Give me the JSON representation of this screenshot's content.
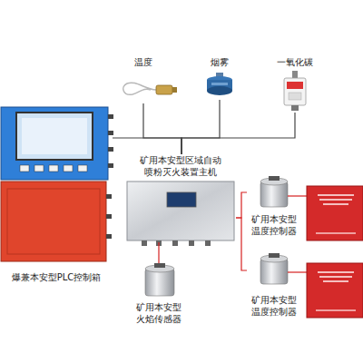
{
  "diagram": {
    "nodes": [
      {
        "text": [
          "温度"
        ]
      },
      {
        "text": [
          "烟雾"
        ]
      },
      {
        "text": [
          "一氧化碳"
        ]
      },
      {
        "text": [
          "爆兼本安型PLC控制箱"
        ]
      },
      {
        "text": [
          "矿用本安型区域自动 喷粉灭火装置主机"
        ]
      },
      {
        "text": [
          "矿用本安型 火焰传感器"
        ]
      },
      {
        "text": [
          "矿用本安型 温度控制器"
        ]
      },
      {
        "text": [
          "矿用本安型 温度控制器"
        ]
      }
    ],
    "edges": [
      {
        "from": 0,
        "to": 4,
        "arrow": "none"
      },
      {
        "from": 1,
        "to": 4,
        "arrow": "none"
      },
      {
        "from": 2,
        "to": 4,
        "arrow": "none"
      },
      {
        "from": 3,
        "to": 4,
        "arrow": "none"
      },
      {
        "from": 4,
        "to": 5,
        "arrow": "none"
      },
      {
        "from": 4,
        "to": 6,
        "arrow": "none"
      },
      {
        "from": 4,
        "to": 7,
        "arrow": "none"
      }
    ]
  }
}
